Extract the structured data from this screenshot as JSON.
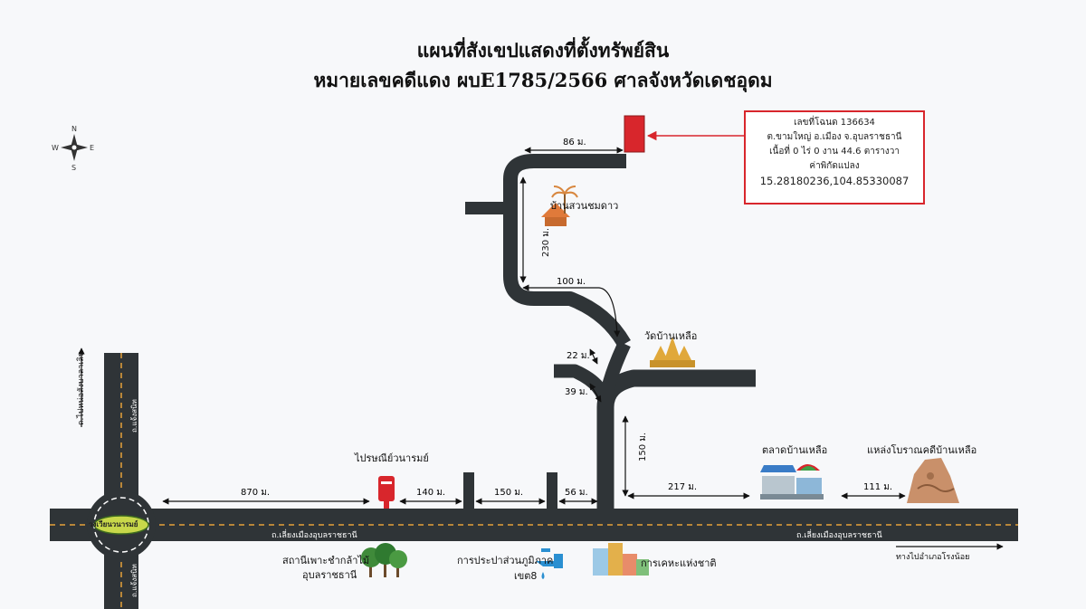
{
  "title": {
    "line1": "แผนที่สังเขปแสดงที่ตั้งทรัพย์สิน",
    "line2": "หมายเลขคดีแดง ผบE1785/2566 ศาลจังหวัดเดชอุดม"
  },
  "info_box": {
    "deed": "เลขที่โฉนด 136634",
    "location": "ต.ขามใหญ่ อ.เมือง จ.อุบลราชธานี",
    "area": "เนื้อที่ 0 ไร่ 0 งาน 44.6 ตารางวา",
    "coord_label": "ค่าพิกัดแปลง",
    "coordinates": "15.28180236,104.85330087"
  },
  "compass": {
    "n": "N",
    "s": "S",
    "e": "E",
    "w": "W"
  },
  "distances": {
    "d86": "86 ม.",
    "d230": "230 ม.",
    "d100": "100 ม.",
    "d22": "22 ม.",
    "d39": "39 ม.",
    "d150v": "150 ม.",
    "d870": "870 ม.",
    "d140": "140 ม.",
    "d150": "150 ม.",
    "d56": "56 ม.",
    "d217": "217 ม.",
    "d111": "111 ม."
  },
  "landmarks": {
    "garden": "บ้านสวนชมดาว",
    "temple": "วัดบ้านเหลือ",
    "post_office": "ไปรษณีย์วนารมย์",
    "market": "ตลาดบ้านเหลือ",
    "archaeology": "แหล่งโบราณคดีบ้านเหลือ",
    "roundabout": "วงเวียนวนารมย์",
    "nursery_l1": "สถานีเพาะชำกล้าไม้",
    "nursery_l2": "อุบลราชธานี",
    "water_l1": "การประปาส่วนภูมิภาค",
    "water_l2": "เขต8",
    "housing": "การเคหะแห่งชาติ"
  },
  "roads": {
    "main_left": "ถ.เลี่ยงเมืองอุบลราชธานี",
    "main_right": "ถ.เลี่ยงเมืองอุบลราชธานี",
    "vert_top": "ถ.ไปหน่อสังบาลาเลิน",
    "vert_n": "ถ.แจ้งสนิท",
    "vert_s": "ถ.แจ้งสนิท",
    "to_right": "ทางไปอำเภอโรงน้อย"
  },
  "colors": {
    "road": "#2f3437",
    "dash": "#e5a23a",
    "accent": "#d8262c"
  }
}
